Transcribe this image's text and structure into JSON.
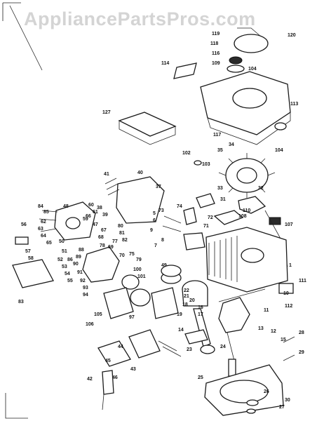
{
  "watermark": "AppliancePartsPros.com",
  "callouts": [
    {
      "id": "c120",
      "text": "120"
    },
    {
      "id": "c119",
      "text": "119"
    },
    {
      "id": "c118",
      "text": "118"
    },
    {
      "id": "c116",
      "text": "116"
    },
    {
      "id": "c109",
      "text": "109"
    },
    {
      "id": "c104a",
      "text": "104"
    },
    {
      "id": "c114",
      "text": "114"
    },
    {
      "id": "c113",
      "text": "113"
    },
    {
      "id": "c117",
      "text": "117"
    },
    {
      "id": "c127",
      "text": "127"
    },
    {
      "id": "c102",
      "text": "102"
    },
    {
      "id": "c103",
      "text": "103"
    },
    {
      "id": "c104b",
      "text": "104"
    },
    {
      "id": "c34",
      "text": "34"
    },
    {
      "id": "c35",
      "text": "35"
    },
    {
      "id": "c33",
      "text": "33"
    },
    {
      "id": "c32",
      "text": "32"
    },
    {
      "id": "c31",
      "text": "31"
    },
    {
      "id": "c41",
      "text": "41"
    },
    {
      "id": "c40",
      "text": "40"
    },
    {
      "id": "c37",
      "text": "37"
    },
    {
      "id": "c38",
      "text": "38"
    },
    {
      "id": "c39",
      "text": "39"
    },
    {
      "id": "c110",
      "text": "110"
    },
    {
      "id": "c107",
      "text": "107"
    },
    {
      "id": "c74",
      "text": "74"
    },
    {
      "id": "c73",
      "text": "73"
    },
    {
      "id": "c72",
      "text": "72"
    },
    {
      "id": "c71",
      "text": "71"
    },
    {
      "id": "c1",
      "text": "1"
    },
    {
      "id": "c111",
      "text": "111"
    },
    {
      "id": "c112",
      "text": "112"
    },
    {
      "id": "c108",
      "text": "108"
    },
    {
      "id": "c66",
      "text": "66"
    },
    {
      "id": "c47",
      "text": "47"
    },
    {
      "id": "c80",
      "text": "80"
    },
    {
      "id": "c81",
      "text": "81"
    },
    {
      "id": "c82",
      "text": "82"
    },
    {
      "id": "c83",
      "text": "83"
    },
    {
      "id": "c75",
      "text": "75"
    },
    {
      "id": "c86",
      "text": "86"
    },
    {
      "id": "c97",
      "text": "97"
    },
    {
      "id": "c105",
      "text": "105"
    },
    {
      "id": "c106",
      "text": "106"
    },
    {
      "id": "c18",
      "text": "18"
    },
    {
      "id": "c16",
      "text": "16"
    },
    {
      "id": "c17",
      "text": "17"
    },
    {
      "id": "c19",
      "text": "19"
    },
    {
      "id": "c13",
      "text": "13"
    },
    {
      "id": "c12",
      "text": "12"
    },
    {
      "id": "c15",
      "text": "15"
    },
    {
      "id": "c14",
      "text": "14"
    },
    {
      "id": "c24",
      "text": "24"
    },
    {
      "id": "c23",
      "text": "23"
    },
    {
      "id": "c25",
      "text": "25"
    },
    {
      "id": "c26",
      "text": "26"
    },
    {
      "id": "c27",
      "text": "27"
    },
    {
      "id": "c28",
      "text": "28"
    },
    {
      "id": "c29",
      "text": "29"
    },
    {
      "id": "c30",
      "text": "30"
    },
    {
      "id": "c45",
      "text": "45"
    },
    {
      "id": "c46",
      "text": "46"
    },
    {
      "id": "c42",
      "text": "42"
    },
    {
      "id": "c43",
      "text": "43"
    },
    {
      "id": "c44",
      "text": "44"
    },
    {
      "id": "c22",
      "text": "22"
    },
    {
      "id": "c21",
      "text": "21"
    },
    {
      "id": "c20",
      "text": "20"
    },
    {
      "id": "c5",
      "text": "5"
    },
    {
      "id": "c6",
      "text": "6"
    },
    {
      "id": "c7",
      "text": "7"
    },
    {
      "id": "c8",
      "text": "8"
    },
    {
      "id": "c9",
      "text": "9"
    },
    {
      "id": "c10",
      "text": "10"
    },
    {
      "id": "c11",
      "text": "11"
    },
    {
      "id": "c84",
      "text": "84"
    },
    {
      "id": "c85",
      "text": "85"
    },
    {
      "id": "c88",
      "text": "88"
    },
    {
      "id": "c89",
      "text": "89"
    },
    {
      "id": "c90",
      "text": "90"
    },
    {
      "id": "c91",
      "text": "91"
    },
    {
      "id": "c92",
      "text": "92"
    },
    {
      "id": "c93",
      "text": "93"
    },
    {
      "id": "c94",
      "text": "94"
    },
    {
      "id": "c100",
      "text": "100"
    },
    {
      "id": "c101",
      "text": "101"
    },
    {
      "id": "c59",
      "text": "59"
    },
    {
      "id": "c60",
      "text": "60"
    },
    {
      "id": "c61",
      "text": "61"
    },
    {
      "id": "c62",
      "text": "62"
    },
    {
      "id": "c63",
      "text": "63"
    },
    {
      "id": "c64",
      "text": "64"
    },
    {
      "id": "c65",
      "text": "65"
    },
    {
      "id": "c67",
      "text": "67"
    },
    {
      "id": "c68",
      "text": "68"
    },
    {
      "id": "c69",
      "text": "69"
    },
    {
      "id": "c70",
      "text": "70"
    },
    {
      "id": "c77",
      "text": "77"
    },
    {
      "id": "c78",
      "text": "78"
    },
    {
      "id": "c79",
      "text": "79"
    },
    {
      "id": "c48",
      "text": "48"
    },
    {
      "id": "c49",
      "text": "49"
    },
    {
      "id": "c50",
      "text": "50"
    },
    {
      "id": "c51",
      "text": "51"
    },
    {
      "id": "c52",
      "text": "52"
    },
    {
      "id": "c53",
      "text": "53"
    },
    {
      "id": "c54",
      "text": "54"
    },
    {
      "id": "c55",
      "text": "55"
    },
    {
      "id": "c56",
      "text": "56"
    },
    {
      "id": "c57",
      "text": "57"
    },
    {
      "id": "c58",
      "text": "58"
    }
  ]
}
